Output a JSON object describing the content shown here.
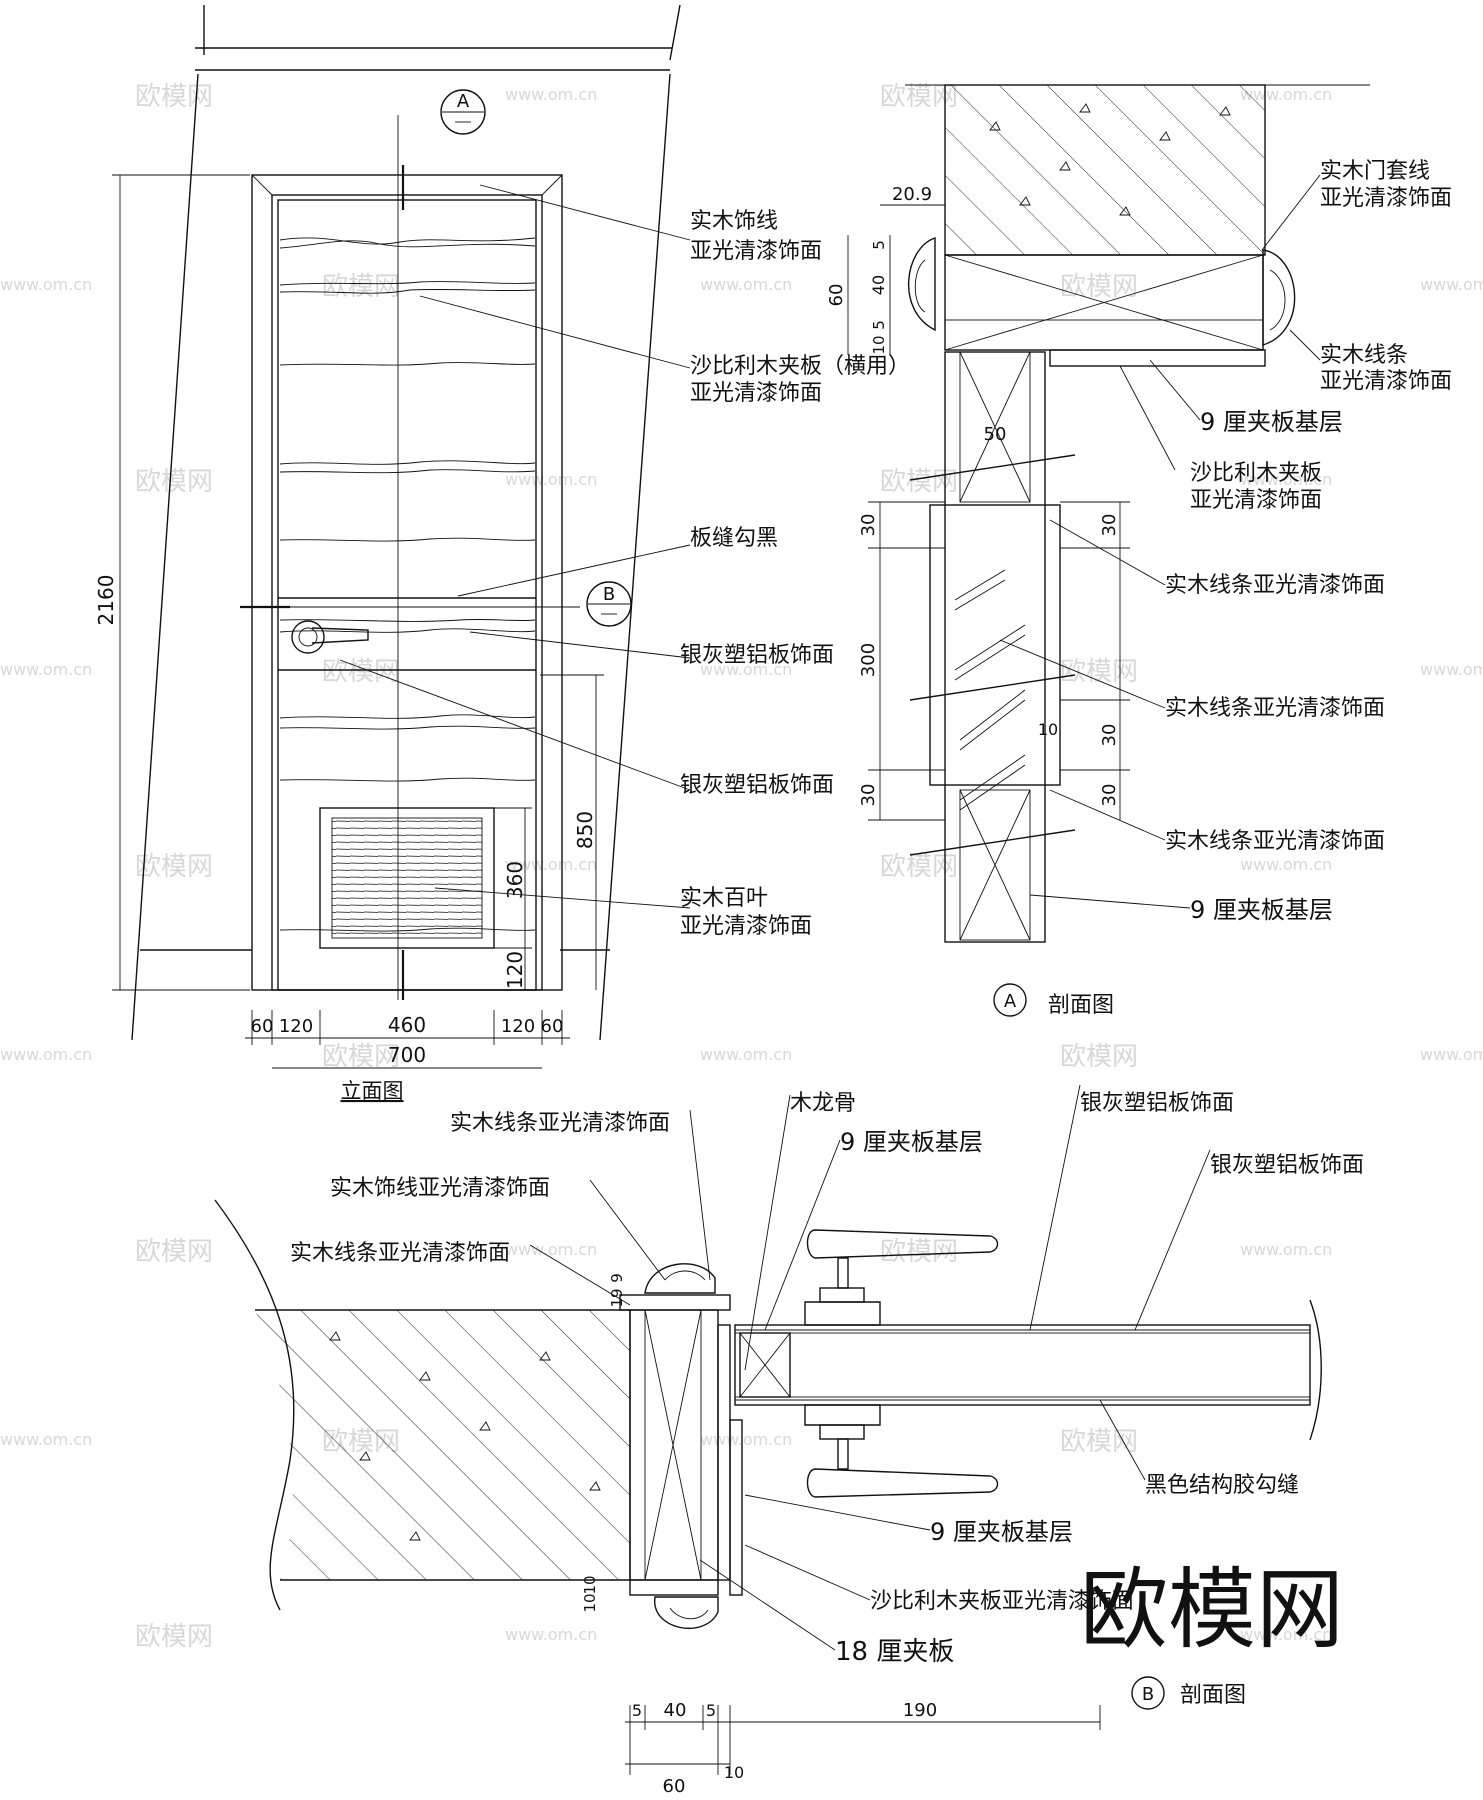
{
  "watermark": {
    "small": "欧模网",
    "url": "www.om.cn",
    "large": "欧模网"
  },
  "elevation": {
    "title": "立面图",
    "section_a_letter": "A",
    "section_b_letter": "B",
    "dims": {
      "height_total": "2160",
      "vent_offset": "850",
      "vent_height": "360",
      "vent_bottom": "120",
      "width_left_trim": "60",
      "width_left_stile": "120",
      "width_center": "460",
      "width_right_stile": "120",
      "width_right_trim": "60",
      "width_total": "700"
    },
    "labels": [
      "实木饰线",
      "亚光清漆饰面",
      "沙比利木夹板（横用）",
      "亚光清漆饰面",
      "板缝勾黑",
      "银灰塑铝板饰面",
      "银灰塑铝板饰面",
      "实木百叶",
      "亚光清漆饰面"
    ]
  },
  "section_a": {
    "letter": "A",
    "title": "剖面图",
    "dims": {
      "top": "20.9",
      "d5a": "5",
      "d40": "40",
      "d5b": "5",
      "d10": "10",
      "d60": "60",
      "d50": "50",
      "left30a": "30",
      "left300": "300",
      "left30b": "30",
      "right30a": "30",
      "right10": "10",
      "right30b": "30",
      "right30c": "30"
    },
    "labels": [
      "实木门套线",
      "亚光清漆饰面",
      "实木线条",
      "亚光清漆饰面",
      "9 厘夹板基层",
      "沙比利木夹板",
      "亚光清漆饰面",
      "实木线条亚光清漆饰面",
      "实木线条亚光清漆饰面",
      "实木线条亚光清漆饰面",
      "9 厘夹板基层"
    ]
  },
  "section_b": {
    "letter": "B",
    "title": "剖面图",
    "dims": {
      "d19": "19",
      "d9": "9",
      "d10a": "10",
      "d10b": "10",
      "b5a": "5",
      "b40": "40",
      "b5b": "5",
      "b190": "190",
      "b60": "60",
      "b10": "10"
    },
    "labels": [
      "实木线条亚光清漆饰面",
      "实木饰线亚光清漆饰面",
      "实木线条亚光清漆饰面",
      "木龙骨",
      "9 厘夹板基层",
      "银灰塑铝板饰面",
      "银灰塑铝板饰面",
      "黑色结构胶勾缝",
      "9 厘夹板基层",
      "沙比利木夹板亚光清漆饰面",
      "18 厘夹板"
    ]
  }
}
